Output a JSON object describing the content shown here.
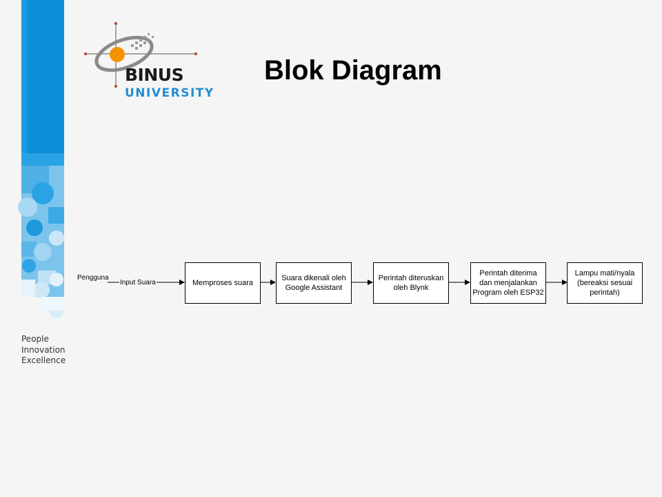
{
  "slide": {
    "title": "Blok Diagram",
    "logo": {
      "word1": "BINUS",
      "word2": "UNIVERSITY"
    },
    "tagline": [
      "People",
      "Innovation",
      "Excellence"
    ]
  },
  "diagram": {
    "source_label": "Pengguna",
    "edge_label": "Input Suara",
    "nodes": [
      "Memproses suara",
      "Suara dikenali oleh Google Assistant",
      "Perintah diteruskan oleh Blynk",
      "Perintah diterima dan menjalankan Program oleh ESP32",
      "Lampu mati/nyala (bereaksi sesuai perintah)"
    ]
  },
  "colors": {
    "brand_blue": "#1f8fd1",
    "logo_orange": "#f39200",
    "background": "#f5f5f5"
  }
}
